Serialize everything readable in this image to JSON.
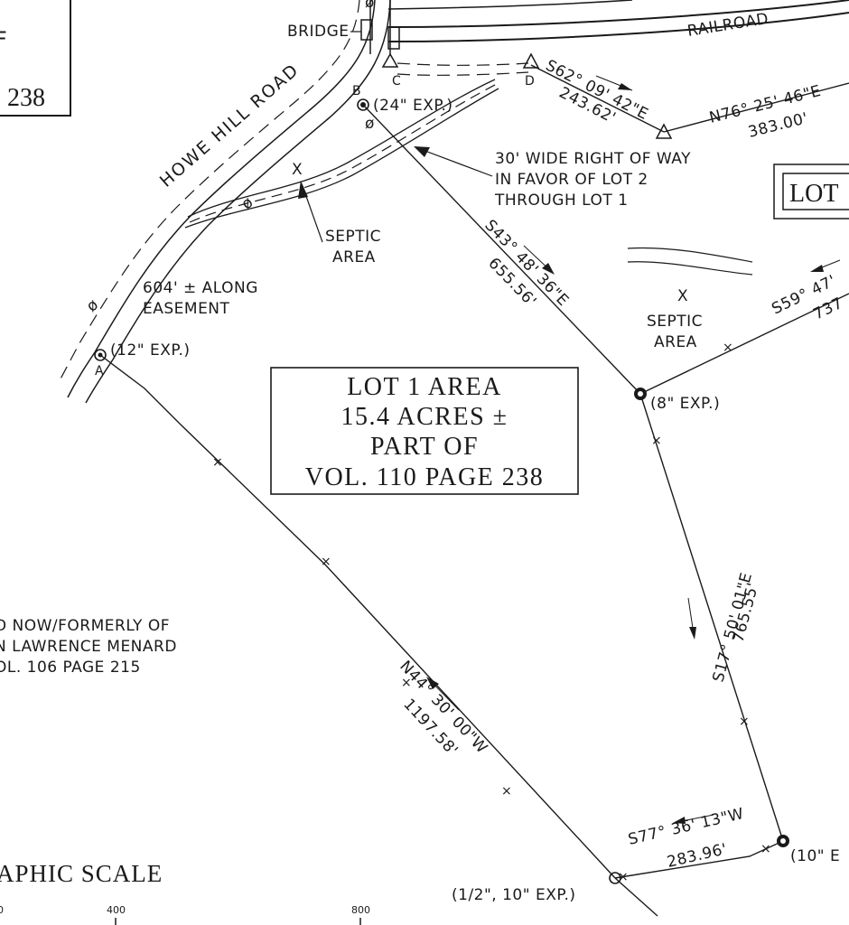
{
  "road": {
    "name": "HOWE HILL ROAD",
    "bridge": "BRIDGE",
    "railroad": "RAILROAD"
  },
  "points": {
    "A": {
      "label": "A",
      "note": "(12\" EXP.)"
    },
    "B": {
      "label": "B",
      "note": "(24\" EXP.)"
    },
    "C": {
      "label": "C"
    },
    "D": {
      "label": "D"
    },
    "pin8": {
      "note": "(8\" EXP.)"
    },
    "pin10": {
      "note": "(10\" E"
    },
    "pinHalf": {
      "note": "(1/2\", 10\" EXP.)"
    }
  },
  "bearings": {
    "d_bearing": "S62° 09' 42\"E",
    "d_dist": "243.62'",
    "e_bearing": "N76° 25' 46\"E",
    "e_dist": "383.00'",
    "b_bearing": "S43° 48' 36\"E",
    "b_dist": "655.56'",
    "a_bearing": "N44° 30' 00\"W",
    "a_dist": "1197.58'",
    "r_bearing": "S17° 50' 01\"E",
    "r_dist": "765.55'",
    "s_bearing": "S77° 36' 13\"W",
    "s_dist": "283.96'",
    "ne_bearing": "S59° 47'",
    "ne_dist": "737"
  },
  "notes": {
    "row_lines": [
      "30' WIDE RIGHT OF WAY",
      "IN FAVOR OF LOT 2",
      "THROUGH LOT 1"
    ],
    "septic1": [
      "X",
      "SEPTIC",
      "AREA"
    ],
    "septic2": [
      "X",
      "SEPTIC",
      "AREA"
    ],
    "easement": [
      "604' ± ALONG",
      "EASEMENT"
    ]
  },
  "lot1": [
    "LOT 1 AREA",
    "15.4 ACRES ±",
    "PART OF",
    "VOL. 110 PAGE 238"
  ],
  "topleft_box": {
    "line1": "F",
    "line2": "238"
  },
  "right_box": "LOT",
  "abutter": [
    "D NOW/FORMERLY OF",
    "N LAWRENCE MENARD",
    "OL. 106 PAGE 215"
  ],
  "scale": {
    "title": "APHIC SCALE",
    "ticks": [
      "0",
      "400",
      "800"
    ]
  }
}
